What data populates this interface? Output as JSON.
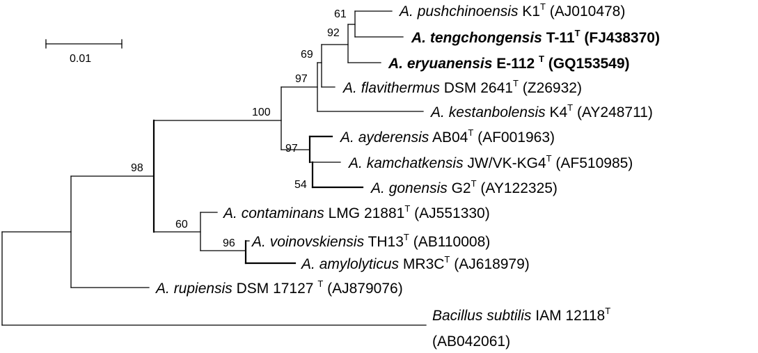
{
  "scale": {
    "label": "0.01"
  },
  "taxa": [
    {
      "genus": "A.",
      "species": "pushchinoensis",
      "strain": "K1",
      "type": "T",
      "accession": "(AJ010478)",
      "bold": false
    },
    {
      "genus": "A.",
      "species": "tengchongensis",
      "strain": "T-11",
      "type": "T",
      "accession": "(FJ438370)",
      "bold": true
    },
    {
      "genus": "A.",
      "species": "eryuanensis",
      "strain": "E-112",
      "type": "T",
      "accession": "(GQ153549)",
      "bold": true
    },
    {
      "genus": "A.",
      "species": "flavithermus",
      "strain": "DSM 2641",
      "type": "T",
      "accession": "(Z26932)",
      "bold": false
    },
    {
      "genus": "A.",
      "species": "kestanbolensis",
      "strain": "K4",
      "type": "T",
      "accession": "(AY248711)",
      "bold": false
    },
    {
      "genus": "A.",
      "species": "ayderensis",
      "strain": "AB04",
      "type": "T",
      "accession": "(AF001963)",
      "bold": false
    },
    {
      "genus": "A.",
      "species": "kamchatkensis",
      "strain": "JW/VK-KG4",
      "type": "T",
      "accession": "(AF510985)",
      "bold": false
    },
    {
      "genus": "A.",
      "species": "gonensis",
      "strain": "G2",
      "type": "T",
      "accession": "(AY122325)",
      "bold": false
    },
    {
      "genus": "A.",
      "species": "contaminans",
      "strain": "LMG 21881",
      "type": "T",
      "accession": "(AJ551330)",
      "bold": false
    },
    {
      "genus": "A.",
      "species": "voinovskiensis",
      "strain": "TH13",
      "type": "T",
      "accession": "(AB110008)",
      "bold": false
    },
    {
      "genus": "A.",
      "species": "amylolyticus",
      "strain": "MR3C",
      "type": "T",
      "accession": "(AJ618979)",
      "bold": false
    },
    {
      "genus": "A.",
      "species": "rupiensis",
      "strain": "DSM 17127",
      "type": "T",
      "accession": "(AJ879076)",
      "bold": false
    },
    {
      "genus": "",
      "species": "Bacillus subtilis",
      "strain": "IAM 12118",
      "type": "T",
      "accession": "(AB042061)",
      "bold": false
    }
  ],
  "bootstrap": {
    "pushchinoensis_tengchongensis": "61",
    "plus_eryuanensis": "92",
    "plus_flavithermus": "69",
    "plus_kestanbolensis": "97",
    "core_clade": "100",
    "ayderensis_group": "97",
    "kamchatkensis_gonensis": "54",
    "ingroup_minus_rupiensis": "98",
    "contaminans_group": "60",
    "voinovskiensis_amylolyticus": "96"
  }
}
